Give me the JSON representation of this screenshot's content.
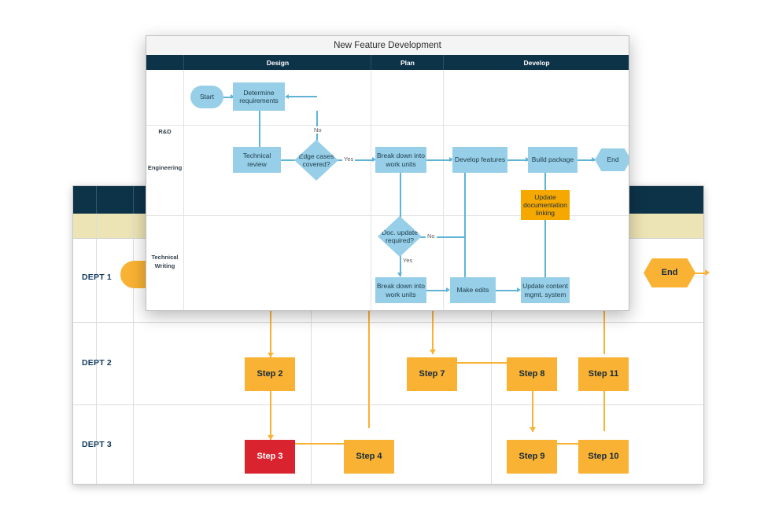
{
  "background_diagram": {
    "name": "department-swimlane-diagram",
    "header_color": "#0d3349",
    "subheader_color": "#ece4b4",
    "accent_color": "#f9b233",
    "alert_color": "#d9232e",
    "lanes": [
      {
        "label": "DEPT 1"
      },
      {
        "label": "DEPT 2"
      },
      {
        "label": "DEPT 3"
      }
    ],
    "nodes": [
      {
        "id": "start",
        "label": "Start",
        "shape": "stadium",
        "color": "#f9b233"
      },
      {
        "id": "step2",
        "label": "Step 2",
        "shape": "rect",
        "color": "#f9b233"
      },
      {
        "id": "step3",
        "label": "Step 3",
        "shape": "rect",
        "color": "#d9232e"
      },
      {
        "id": "step4",
        "label": "Step 4",
        "shape": "rect",
        "color": "#f9b233"
      },
      {
        "id": "step7",
        "label": "Step 7",
        "shape": "rect",
        "color": "#f9b233"
      },
      {
        "id": "step8",
        "label": "Step 8",
        "shape": "rect",
        "color": "#f9b233"
      },
      {
        "id": "step9",
        "label": "Step 9",
        "shape": "rect",
        "color": "#f9b233"
      },
      {
        "id": "step10",
        "label": "Step 10",
        "shape": "rect",
        "color": "#f9b233"
      },
      {
        "id": "step11",
        "label": "Step 11",
        "shape": "rect",
        "color": "#f9b233"
      },
      {
        "id": "end",
        "label": "End",
        "shape": "hexagon",
        "color": "#f9b233"
      }
    ]
  },
  "foreground_diagram": {
    "title": "New Feature Development",
    "header_color": "#0d3349",
    "node_color": "#97cfe8",
    "highlight_color": "#f5a800",
    "line_color": "#5fb4d6",
    "columns": [
      {
        "label": ""
      },
      {
        "label": "Design"
      },
      {
        "label": "Plan"
      },
      {
        "label": "Develop"
      }
    ],
    "lanes": [
      {
        "label": "R&D"
      },
      {
        "label": "Engineering"
      },
      {
        "label": "Technical\nWriting"
      }
    ],
    "lane_labels": {
      "rd": "R&D",
      "engineering": "Engineering",
      "tech_writing_line1": "Technical",
      "tech_writing_line2": "Writing"
    },
    "nodes": [
      {
        "id": "start",
        "label": "Start",
        "shape": "stadium"
      },
      {
        "id": "determine-requirements",
        "label": "Determine requirements",
        "shape": "rect"
      },
      {
        "id": "technical-review",
        "label": "Technical review",
        "shape": "rect"
      },
      {
        "id": "edge-cases-covered",
        "label": "Edge cases covered?",
        "shape": "diamond"
      },
      {
        "id": "break-down-work-units-eng",
        "label": "Break down into work units",
        "shape": "rect"
      },
      {
        "id": "develop-features",
        "label": "Develop features",
        "shape": "rect"
      },
      {
        "id": "build-package",
        "label": "Build package",
        "shape": "rect"
      },
      {
        "id": "end",
        "label": "End",
        "shape": "hexagon"
      },
      {
        "id": "update-documentation-linking",
        "label": "Update documentation linking",
        "shape": "rect",
        "color": "#f5a800"
      },
      {
        "id": "doc-update-required",
        "label": "Doc. update required?",
        "shape": "diamond"
      },
      {
        "id": "break-down-work-units-tw",
        "label": "Break down into work units",
        "shape": "rect"
      },
      {
        "id": "make-edits",
        "label": "Make edits",
        "shape": "rect"
      },
      {
        "id": "update-content-mgmt",
        "label": "Update content mgmt. system",
        "shape": "rect"
      }
    ],
    "edge_labels": {
      "no_edge_cases": "No",
      "yes_edge_cases": "Yes",
      "no_doc_update": "No",
      "yes_doc_update": "Yes"
    },
    "node_labels": {
      "start": "Start",
      "determine_requirements_l1": "Determine",
      "determine_requirements_l2": "requirements",
      "technical_review_l1": "Technical",
      "technical_review_l2": "review",
      "edge_cases_l1": "Edge cases",
      "edge_cases_l2": "covered?",
      "break_down_eng_l1": "Break down into",
      "break_down_eng_l2": "work units",
      "develop_features": "Develop features",
      "build_package": "Build package",
      "end": "End",
      "update_doc_l1": "Update",
      "update_doc_l2": "documentation",
      "update_doc_l3": "linking",
      "doc_update_l1": "Doc. update",
      "doc_update_l2": "required?",
      "break_down_tw_l1": "Break down into",
      "break_down_tw_l2": "work units",
      "make_edits": "Make edits",
      "update_content_l1": "Update content",
      "update_content_l2": "mgmt. system"
    }
  }
}
